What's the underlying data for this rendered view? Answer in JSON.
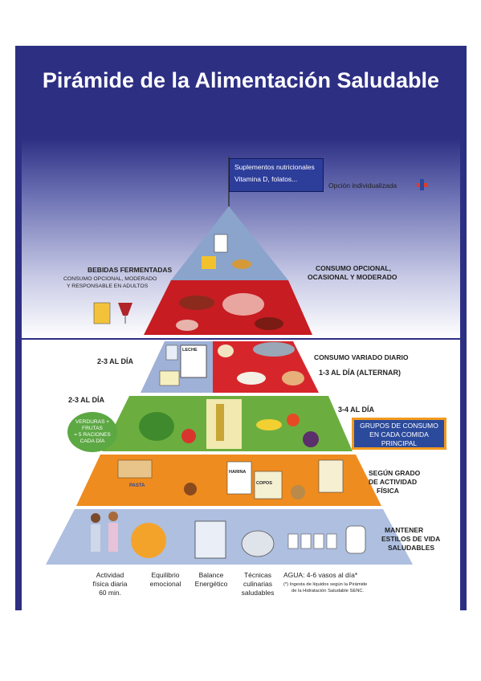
{
  "title": "Pirámide de la Alimentación Saludable",
  "supplements": {
    "line1": "Suplementos nutricionales",
    "line2": "Vitamina D, folatos..."
  },
  "individual_option": "Opción individualizada",
  "left": {
    "fermented_title": "BEBIDAS FERMENTADAS",
    "fermented_line1": "CONSUMO OPCIONAL, MODERADO",
    "fermented_line2": "Y RESPONSABLE EN ADULTOS",
    "dairy_freq": "2-3  AL DÍA",
    "oils_freq": "2-3  AL DÍA",
    "veg_oval": [
      "VERDURAS +",
      "FRUTAS",
      "= 5 RACIONES",
      "CADA DÍA"
    ]
  },
  "right": {
    "optional_line1": "CONSUMO OPCIONAL,",
    "optional_line2": "OCASIONAL Y MODERADO",
    "varied_line1": "CONSUMO VARIADO DIARIO",
    "varied_line2": "1-3  AL DÍA (ALTERNAR)",
    "fruit_freq": "3-4  AL DÍA",
    "groups_box": [
      "GRUPOS DE CONSUMO",
      "EN CADA COMIDA",
      "PRINCIPAL"
    ],
    "cereal_line1": "SEGÚN GRADO",
    "cereal_line2": "DE ACTIVIDAD",
    "cereal_line3": "FÍSICA",
    "life_line1": "MANTENER",
    "life_line2": "ESTILOS DE VIDA",
    "life_line3": "SALUDABLES"
  },
  "base_captions": {
    "activity": [
      "Actividad",
      "física diaria",
      "60 min."
    ],
    "emotional": [
      "Equilibrio",
      "emocional"
    ],
    "balance": [
      "Balance",
      "Energético"
    ],
    "techniques": [
      "Técnicas",
      "culinarias",
      "saludables"
    ],
    "water": "AGUA: 4-6 vasos al día*",
    "water_note1": "(*) Ingesta de líquidos según la Pirámide",
    "water_note2": "de la Hidratación Saludable SENC."
  },
  "food_labels": {
    "milk": "LECHE",
    "pasta": "PASTA",
    "flour": "HARINA",
    "flakes": "COPOS"
  },
  "colors": {
    "header": "#2d2f83",
    "top_tier": "#8aa4cc",
    "red_tier": "#c71c22",
    "dairy_tier": "#9fb1d6",
    "protein_tier": "#d7262b",
    "green_tier": "#6bae3f",
    "orange_tier": "#ef8c1f",
    "base_tier": "#aebfe0",
    "accent_orange": "#f29a1f",
    "accent_blue": "#2b4a9c"
  }
}
